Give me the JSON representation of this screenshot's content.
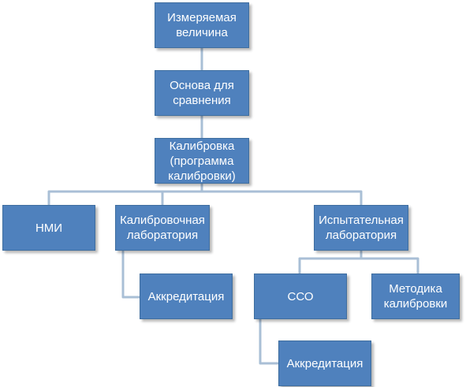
{
  "diagram": {
    "type": "org-chart",
    "colors": {
      "node_fill": "#4f81bd",
      "node_text": "#ffffff",
      "connector": "#a9bfd6"
    },
    "nodes": {
      "measured": "Измеряемая величина",
      "basis": "Основа для сравнения",
      "calibration": "Калибровка (программа калибровки)",
      "nmi": "НМИ",
      "cal_lab": "Калибровочная лаборатория",
      "test_lab": "Испытательная лаборатория",
      "accred_cal": "Аккредитация",
      "sso": "ССО",
      "method": "Методика калибровки",
      "accred_sso": "Аккредитация"
    },
    "edges": [
      [
        "measured",
        "basis"
      ],
      [
        "basis",
        "calibration"
      ],
      [
        "calibration",
        "nmi"
      ],
      [
        "calibration",
        "cal_lab"
      ],
      [
        "calibration",
        "test_lab"
      ],
      [
        "cal_lab",
        "accred_cal"
      ],
      [
        "test_lab",
        "sso"
      ],
      [
        "test_lab",
        "method"
      ],
      [
        "sso",
        "accred_sso"
      ]
    ]
  }
}
